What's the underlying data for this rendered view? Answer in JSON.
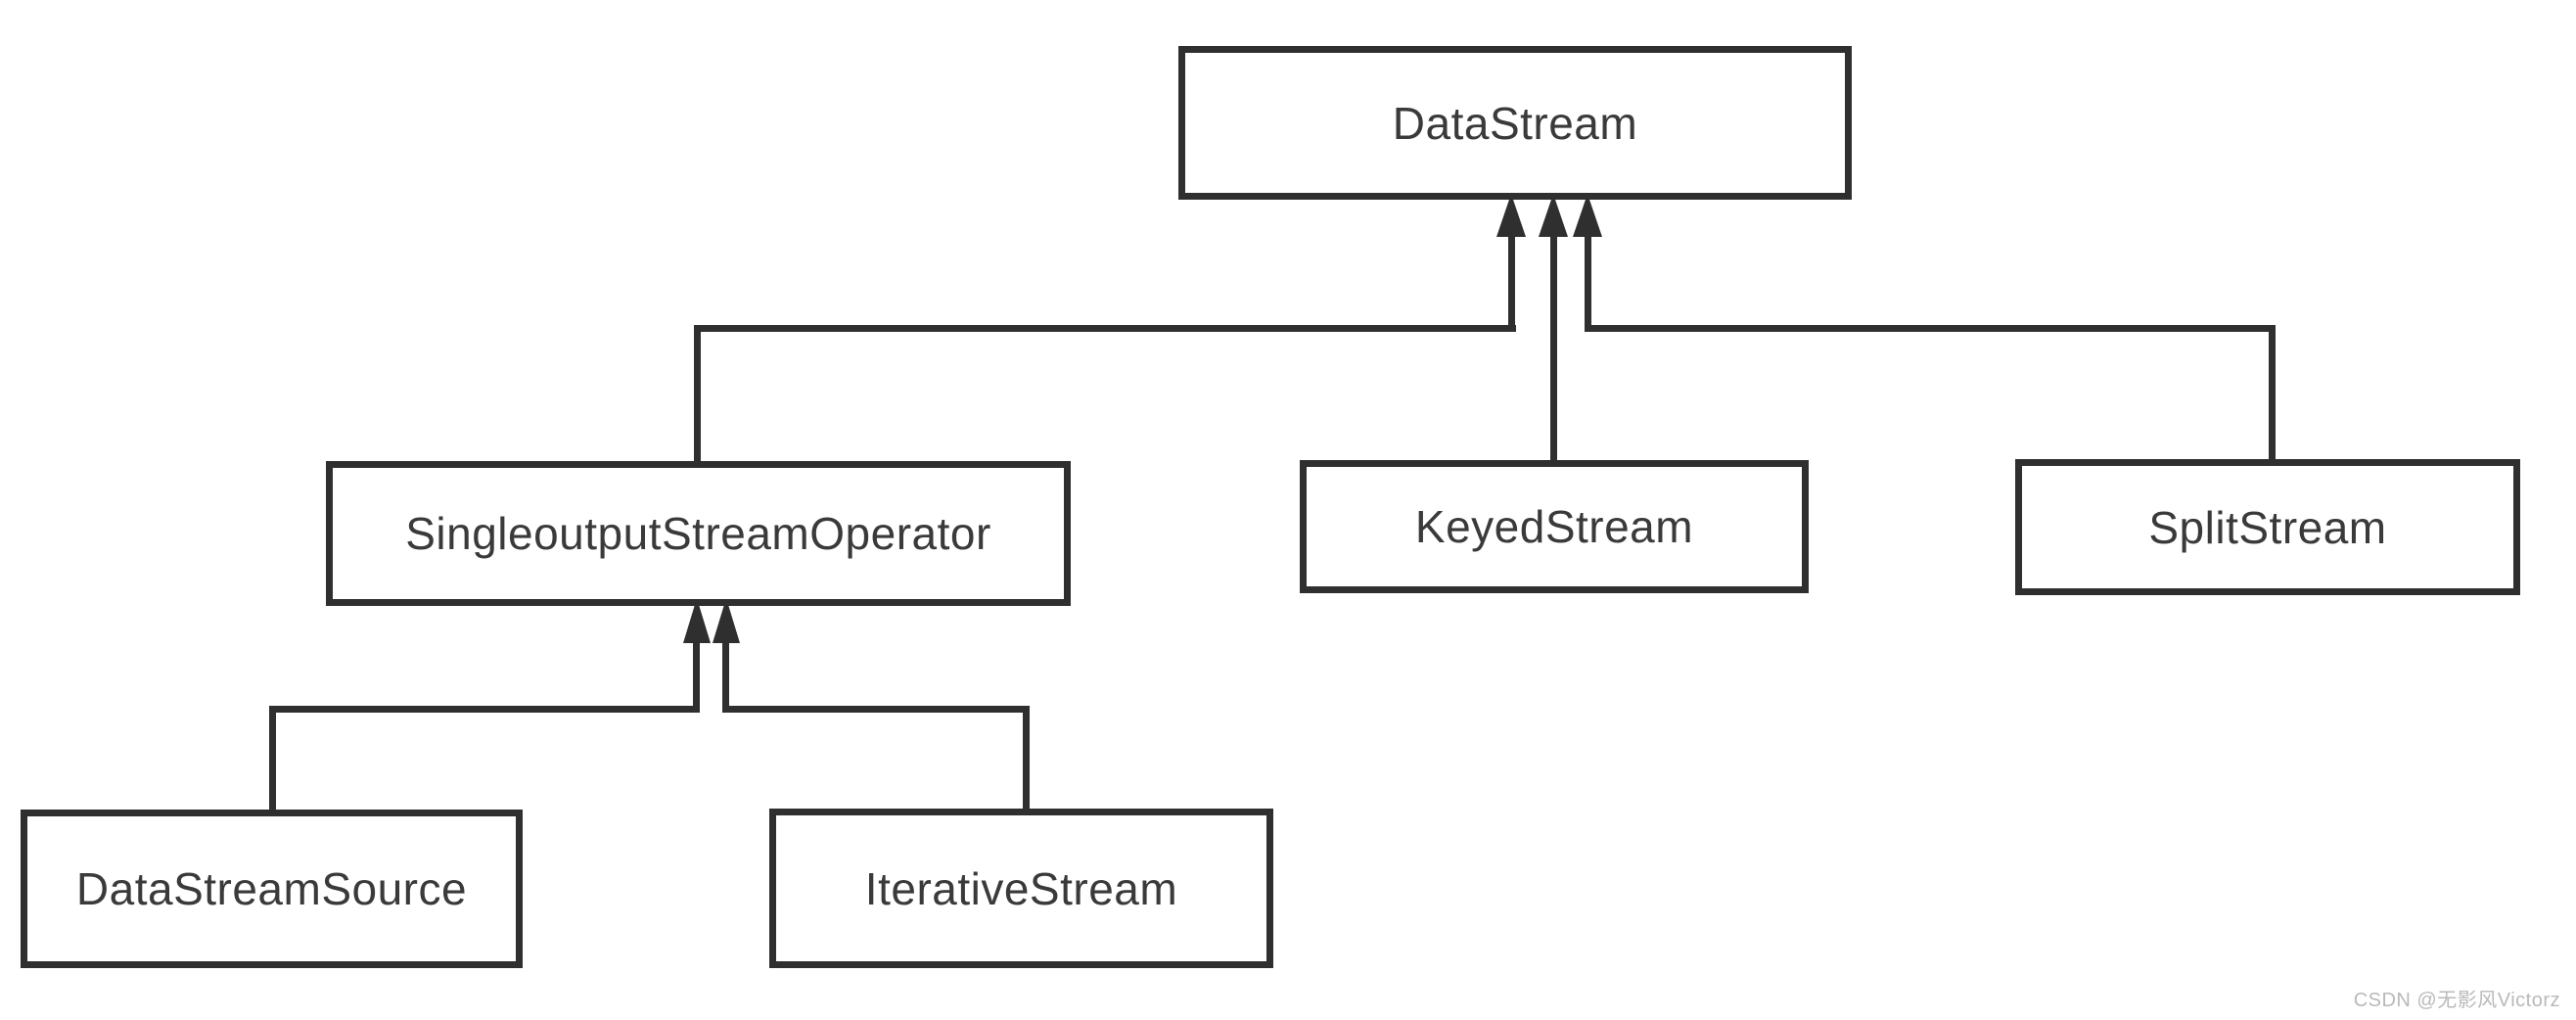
{
  "diagram": {
    "type": "class-hierarchy",
    "background_color": "#ffffff",
    "line_color": "#2f2f2f",
    "text_color": "#3a3a3a",
    "nodes": {
      "datastream": {
        "label": "DataStream"
      },
      "singleoutput": {
        "label": "SingleoutputStreamOperator"
      },
      "keyedstream": {
        "label": "KeyedStream"
      },
      "splitstream": {
        "label": "SplitStream"
      },
      "datastreamsource": {
        "label": "DataStreamSource"
      },
      "iterativestream": {
        "label": "IterativeStream"
      }
    },
    "edges": [
      {
        "from": "SingleoutputStreamOperator",
        "to": "DataStream",
        "relation": "inherits"
      },
      {
        "from": "KeyedStream",
        "to": "DataStream",
        "relation": "inherits"
      },
      {
        "from": "SplitStream",
        "to": "DataStream",
        "relation": "inherits"
      },
      {
        "from": "DataStreamSource",
        "to": "SingleoutputStreamOperator",
        "relation": "inherits"
      },
      {
        "from": "IterativeStream",
        "to": "SingleoutputStreamOperator",
        "relation": "inherits"
      }
    ],
    "watermark": {
      "text": "CSDN @无影风Victorz",
      "color": "#b9b9b9"
    }
  }
}
